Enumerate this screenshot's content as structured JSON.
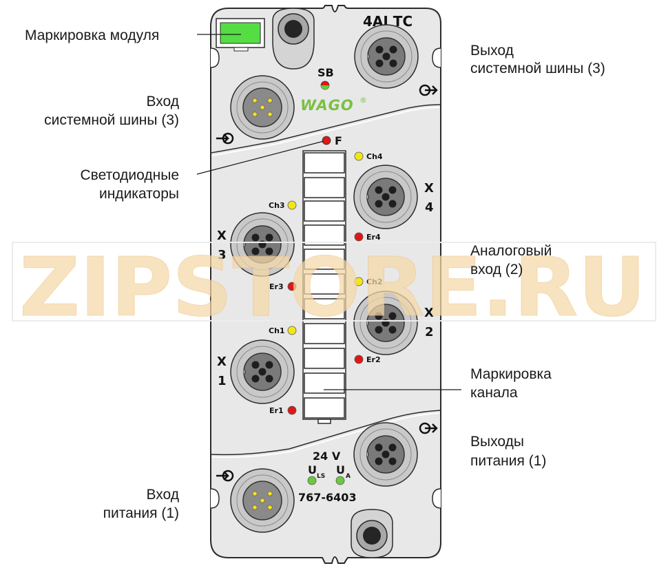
{
  "module": {
    "title": "4AI TC",
    "wago_logo": "WAGO",
    "registered_mark": "®",
    "sb_label": "SB",
    "f_label": "F",
    "voltage": "24 V",
    "u_ls_main": "U",
    "u_ls_sub": "LS",
    "u_a_main": "U",
    "u_a_sub": "A",
    "part_number": "767-6403",
    "ports": [
      {
        "letter": "X",
        "num": "4"
      },
      {
        "letter": "X",
        "num": "3"
      },
      {
        "letter": "X",
        "num": "2"
      },
      {
        "letter": "X",
        "num": "1"
      }
    ],
    "leds": {
      "ch4": "Ch4",
      "er4": "Er4",
      "ch3": "Ch3",
      "er3": "Er3",
      "ch2": "Ch2",
      "er2": "Er2",
      "ch1": "Ch1",
      "er1": "Er1"
    }
  },
  "callouts": {
    "module_marking": "Маркировка модуля",
    "bus_out_1": "Выход",
    "bus_out_2": "системной шины (3)",
    "bus_in_1": "Вход",
    "bus_in_2": "системной шины (3)",
    "leds_1": "Светодиодные",
    "leds_2": "индикаторы",
    "analog_1": "Аналоговый",
    "analog_2": "вход (2)",
    "channel_marking_1": "Маркировка",
    "channel_marking_2": "канала",
    "power_out_1": "Выходы",
    "power_out_2": "питания (1)",
    "power_in_1": "Вход",
    "power_in_2": "питания (1)"
  },
  "watermark": "ZIPSTORE.RU",
  "colors": {
    "housing": "#e8e8e8",
    "outline": "#2a2a2a",
    "led_green": "#6cc93a",
    "led_red": "#dd1818",
    "led_yellow": "#f2e61a",
    "marker_green": "#55dd44",
    "wago_green": "#7ac043",
    "watermark_orange": "#f6d9a8"
  }
}
